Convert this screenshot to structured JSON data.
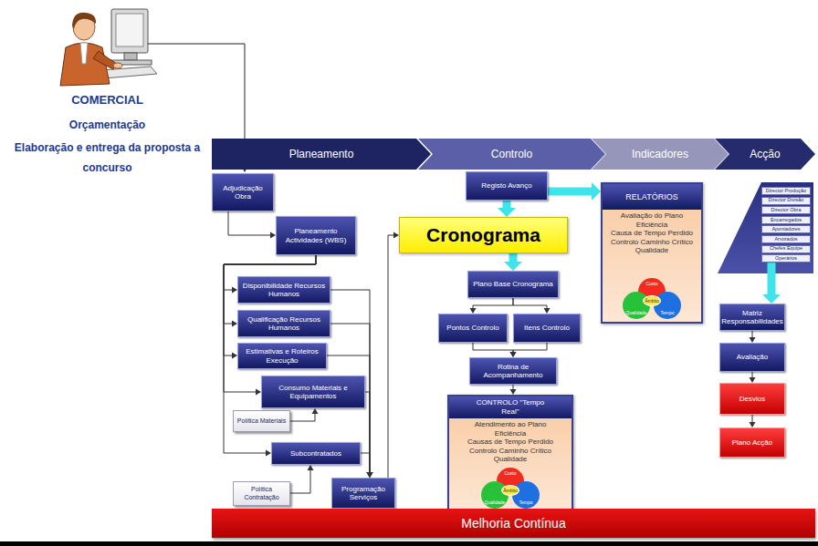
{
  "diagram": {
    "nodes": [
      {
        "text": [
          "Planeamento"
        ]
      },
      {
        "text": [
          "Controlo"
        ]
      },
      {
        "text": [
          "Indicadores"
        ]
      },
      {
        "text": [
          "Acção"
        ]
      },
      {
        "text": [
          "Adjudicação Obra"
        ]
      },
      {
        "text": [
          "Planeamento Actividades (WBS)"
        ]
      },
      {
        "text": [
          "Disponibilidade Recursos Humanos"
        ]
      },
      {
        "text": [
          "Qualificação Recursos Humanos"
        ]
      },
      {
        "text": [
          "Estimativas e Roteiros Execução"
        ]
      },
      {
        "text": [
          "Consumo Materiais e Equipamentos"
        ]
      },
      {
        "text": [
          "Política Materiais"
        ]
      },
      {
        "text": [
          "Subcontratados"
        ]
      },
      {
        "text": [
          "Política Contratação"
        ]
      },
      {
        "text": [
          "Programação Serviços"
        ]
      },
      {
        "text": [
          "Registo Avanço"
        ]
      },
      {
        "text": [
          "Cronograma"
        ]
      },
      {
        "text": [
          "Plano Base Cronograma"
        ]
      },
      {
        "text": [
          "Pontos Controlo"
        ]
      },
      {
        "text": [
          "Itens Controlo"
        ]
      },
      {
        "text": [
          "Rotina de Acompanhamento"
        ]
      },
      {
        "text": [
          "CONTROLO \"Tempo Real\"",
          "Atendimento ao Plano",
          "Eficiência",
          "Causas de Tempo Perdido",
          "Controlo Caminho Crítico",
          "Qualidade"
        ]
      },
      {
        "text": [
          "Custo"
        ],
        "in": 20
      },
      {
        "text": [
          "Qualidade"
        ],
        "in": 20
      },
      {
        "text": [
          "Tempo"
        ],
        "in": 20
      },
      {
        "text": [
          "Âmbito"
        ],
        "in": 20
      },
      {
        "text": [
          "RELATÓRIOS",
          "Avaliação do Plano",
          "Eficiência",
          "Causa de Tempo Perdido",
          "Controlo Caminho Crítico",
          "Qualidade"
        ]
      },
      {
        "text": [
          "Custo"
        ],
        "in": 25
      },
      {
        "text": [
          "Qualidade"
        ],
        "in": 25
      },
      {
        "text": [
          "Tempo"
        ],
        "in": 25
      },
      {
        "text": [
          "Âmbito"
        ],
        "in": 25
      },
      {
        "text": [
          "Director Produção"
        ]
      },
      {
        "text": [
          "Director Divisão"
        ]
      },
      {
        "text": [
          "Director Obra"
        ]
      },
      {
        "text": [
          "Encarregados"
        ]
      },
      {
        "text": [
          "Apontadores"
        ]
      },
      {
        "text": [
          "Arvorados"
        ]
      },
      {
        "text": [
          "Chefes Equipe"
        ]
      },
      {
        "text": [
          "Operários"
        ]
      },
      {
        "text": [
          "Matriz Responsabilidades"
        ]
      },
      {
        "text": [
          "Avaliação"
        ]
      },
      {
        "text": [
          "Desvios"
        ]
      },
      {
        "text": [
          "Plano Acção"
        ]
      },
      {
        "text": [
          "Melhoria Contínua"
        ]
      }
    ],
    "edges": [
      {
        "from": 4,
        "to": 5,
        "arrow": "to"
      },
      {
        "from": 5,
        "to": 6,
        "arrow": "to"
      },
      {
        "from": 5,
        "to": 7,
        "arrow": "to"
      },
      {
        "from": 5,
        "to": 8,
        "arrow": "to"
      },
      {
        "from": 5,
        "to": 9,
        "arrow": "to"
      },
      {
        "from": 5,
        "to": 11,
        "arrow": "to"
      },
      {
        "from": 6,
        "to": 13,
        "arrow": "to"
      },
      {
        "from": 7,
        "to": 13,
        "arrow": "to"
      },
      {
        "from": 8,
        "to": 13,
        "arrow": "to"
      },
      {
        "from": 9,
        "to": 13,
        "arrow": "to"
      },
      {
        "from": 11,
        "to": 13,
        "arrow": "to"
      },
      {
        "from": 10,
        "to": 9,
        "arrow": "to"
      },
      {
        "from": 12,
        "to": 11,
        "arrow": "to"
      },
      {
        "from": 13,
        "to": 15,
        "arrow": "to"
      },
      {
        "from": 14,
        "to": 15,
        "arrow": "to"
      },
      {
        "from": 15,
        "to": 16,
        "arrow": "to"
      },
      {
        "from": 16,
        "to": 17,
        "arrow": "to"
      },
      {
        "from": 16,
        "to": 18,
        "arrow": "to"
      },
      {
        "from": 17,
        "to": 19,
        "arrow": "to"
      },
      {
        "from": 18,
        "to": 19,
        "arrow": "to"
      },
      {
        "from": 19,
        "to": 20,
        "arrow": "to"
      },
      {
        "from": 14,
        "to": 25,
        "arrow": "to"
      },
      {
        "from": 37,
        "to": 38,
        "arrow": "to"
      },
      {
        "from": 38,
        "to": 39,
        "arrow": "to"
      },
      {
        "from": 39,
        "to": 40,
        "arrow": "to"
      },
      {
        "from": 40,
        "to": 41,
        "arrow": "to"
      }
    ],
    "labels": [
      "COMERCIAL",
      "Orçamentação",
      "Elaboração e entrega da proposta a concurso"
    ]
  }
}
